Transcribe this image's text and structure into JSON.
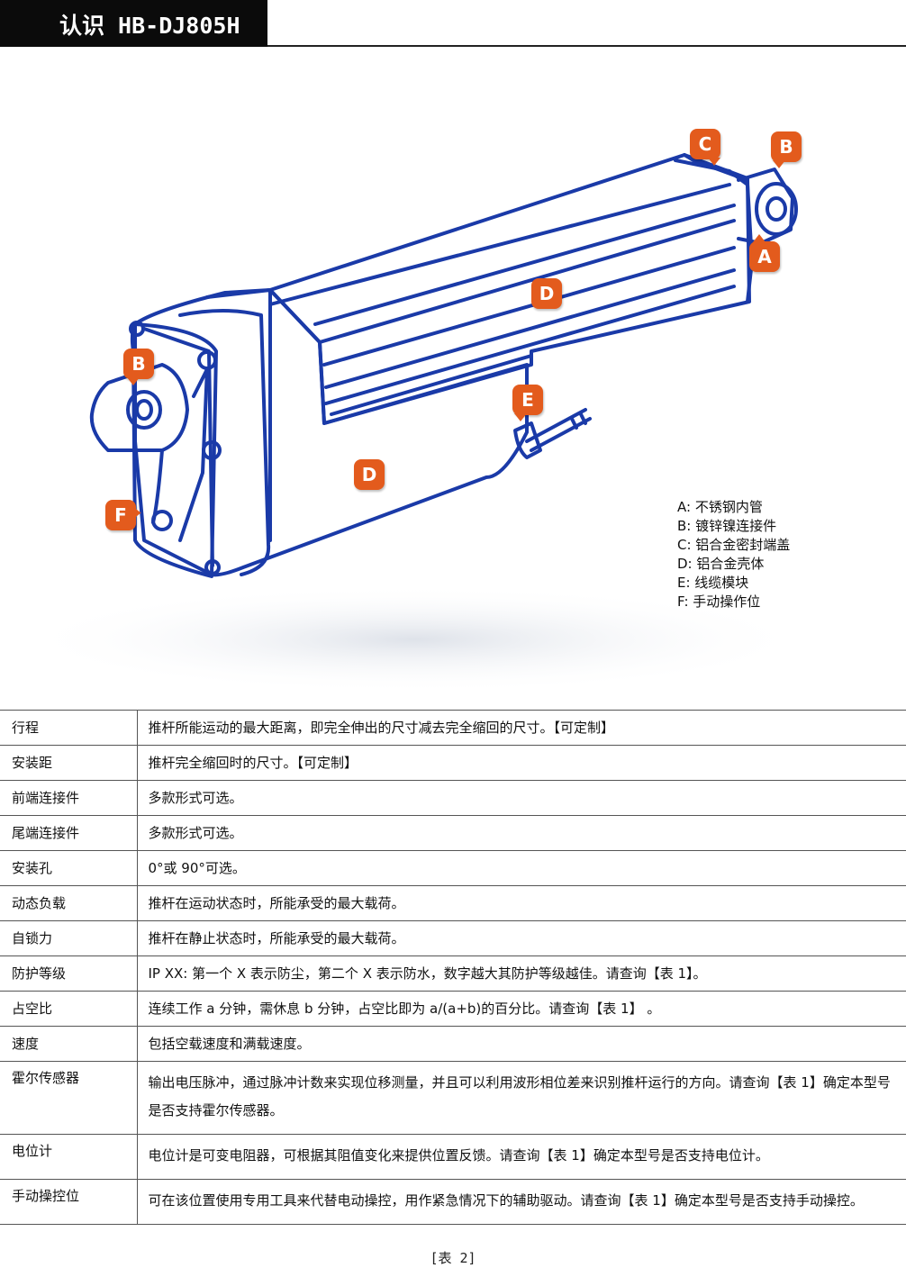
{
  "header": {
    "title": "认识 HB-DJ805H"
  },
  "figure": {
    "callouts": [
      "C",
      "B",
      "A",
      "D",
      "B",
      "E",
      "D",
      "F"
    ],
    "accent_color": "#e35b1d",
    "line_color": "#1a3aa8"
  },
  "legend": [
    "A: 不锈钢内管",
    "B: 镀锌镍连接件",
    "C: 铝合金密封端盖",
    "D: 铝合金壳体",
    "E: 线缆模块",
    "F: 手动操作位"
  ],
  "table": {
    "rows": [
      {
        "name": "行程",
        "desc": "推杆所能运动的最大距离，即完全伸出的尺寸减去完全缩回的尺寸。【可定制】"
      },
      {
        "name": "安装距",
        "desc": "推杆完全缩回时的尺寸。【可定制】"
      },
      {
        "name": "前端连接件",
        "desc": "多款形式可选。"
      },
      {
        "name": "尾端连接件",
        "desc": "多款形式可选。"
      },
      {
        "name": "安装孔",
        "desc": "0°或 90°可选。"
      },
      {
        "name": "动态负载",
        "desc": "推杆在运动状态时，所能承受的最大载荷。"
      },
      {
        "name": "自锁力",
        "desc": "推杆在静止状态时，所能承受的最大载荷。"
      },
      {
        "name": "防护等级",
        "desc": "IP XX: 第一个 X 表示防尘，第二个 X 表示防水，数字越大其防护等级越佳。请查询【表 1】。"
      },
      {
        "name": "占空比",
        "desc": "连续工作 a 分钟，需休息 b 分钟，占空比即为 a/(a+b)的百分比。请查询【表 1】 。"
      },
      {
        "name": "速度",
        "desc": "包括空载速度和满载速度。"
      },
      {
        "name": "霍尔传感器",
        "desc": "输出电压脉冲，通过脉冲计数来实现位移测量，并且可以利用波形相位差来识别推杆运行的方向。请查询【表 1】确定本型号是否支持霍尔传感器。"
      },
      {
        "name": "电位计",
        "desc": "电位计是可变电阻器，可根据其阻值变化来提供位置反馈。请查询【表 1】确定本型号是否支持电位计。"
      },
      {
        "name": "手动操控位",
        "desc": "可在该位置使用专用工具来代替电动操控，用作紧急情况下的辅助驱动。请查询【表 1】确定本型号是否支持手动操控。"
      }
    ]
  },
  "caption": "[表 2]"
}
